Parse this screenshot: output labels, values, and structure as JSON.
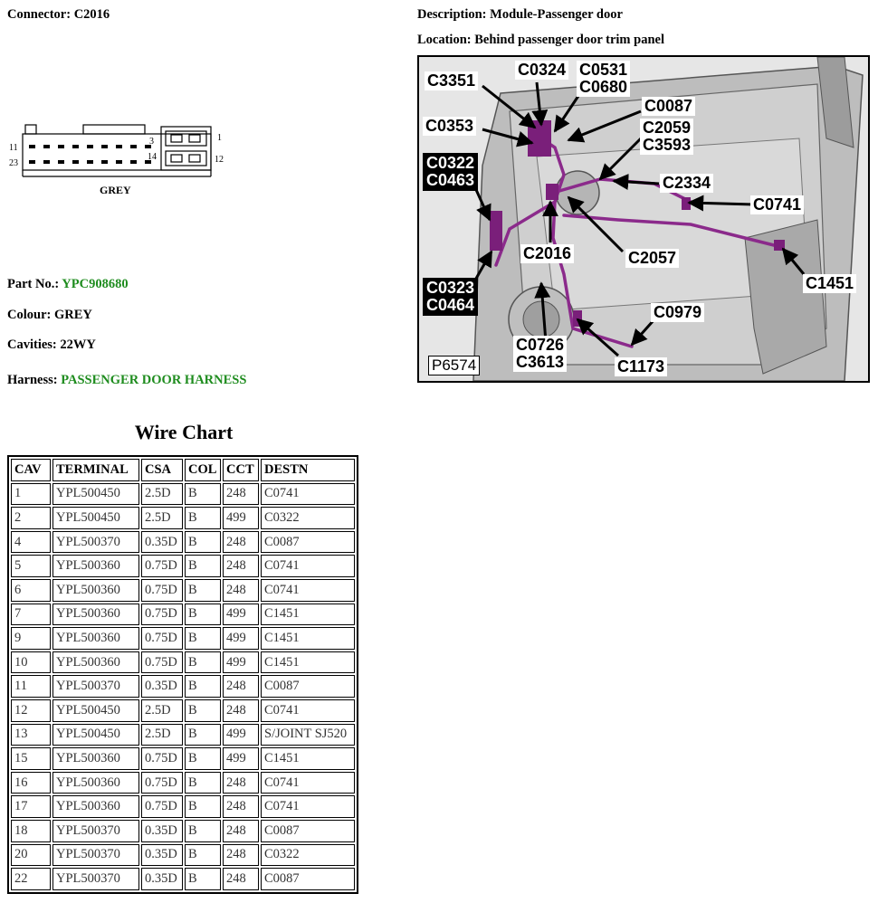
{
  "connector": {
    "label": "Connector: C2016",
    "pin_labels": [
      "11",
      "23",
      "3",
      "14",
      "1",
      "12"
    ],
    "colour_text": "GREY"
  },
  "description": "Description: Module-Passenger door",
  "location": "Location: Behind passenger door trim panel",
  "details": {
    "part_prefix": "Part No.: ",
    "part_no": "YPC908680",
    "colour": "Colour: GREY",
    "cavities": "Cavities: 22WY",
    "harness_prefix": "Harness: ",
    "harness": "PASSENGER DOOR HARNESS"
  },
  "image": {
    "ref": "P6574",
    "colors": {
      "harness": "#8b2a8b",
      "panel": "#e9e9e9"
    },
    "callouts": [
      "C3351",
      "C0324",
      "C0531\nC0680",
      "C0087",
      "C0353",
      "C2059\nC3593",
      "C0322\nC0463",
      "C2334",
      "C0741",
      "C2016",
      "C2057",
      "C1451",
      "C0323\nC0464",
      "C0979",
      "C0726\nC3613",
      "C1173"
    ]
  },
  "wire_chart": {
    "title": "Wire Chart",
    "headers": [
      "CAV",
      "TERMINAL",
      "CSA",
      "COL",
      "CCT",
      "DESTN"
    ],
    "rows": [
      [
        "1",
        "YPL500450",
        "2.5D",
        "B",
        "248",
        "C0741"
      ],
      [
        "2",
        "YPL500450",
        "2.5D",
        "B",
        "499",
        "C0322"
      ],
      [
        "4",
        "YPL500370",
        "0.35D",
        "B",
        "248",
        "C0087"
      ],
      [
        "5",
        "YPL500360",
        "0.75D",
        "B",
        "248",
        "C0741"
      ],
      [
        "6",
        "YPL500360",
        "0.75D",
        "B",
        "248",
        "C0741"
      ],
      [
        "7",
        "YPL500360",
        "0.75D",
        "B",
        "499",
        "C1451"
      ],
      [
        "9",
        "YPL500360",
        "0.75D",
        "B",
        "499",
        "C1451"
      ],
      [
        "10",
        "YPL500360",
        "0.75D",
        "B",
        "499",
        "C1451"
      ],
      [
        "11",
        "YPL500370",
        "0.35D",
        "B",
        "248",
        "C0087"
      ],
      [
        "12",
        "YPL500450",
        "2.5D",
        "B",
        "248",
        "C0741"
      ],
      [
        "13",
        "YPL500450",
        "2.5D",
        "B",
        "499",
        "S/JOINT SJ520"
      ],
      [
        "15",
        "YPL500360",
        "0.75D",
        "B",
        "499",
        "C1451"
      ],
      [
        "16",
        "YPL500360",
        "0.75D",
        "B",
        "248",
        "C0741"
      ],
      [
        "17",
        "YPL500360",
        "0.75D",
        "B",
        "248",
        "C0741"
      ],
      [
        "18",
        "YPL500370",
        "0.35D",
        "B",
        "248",
        "C0087"
      ],
      [
        "20",
        "YPL500370",
        "0.35D",
        "B",
        "248",
        "C0322"
      ],
      [
        "22",
        "YPL500370",
        "0.35D",
        "B",
        "248",
        "C0087"
      ]
    ]
  }
}
